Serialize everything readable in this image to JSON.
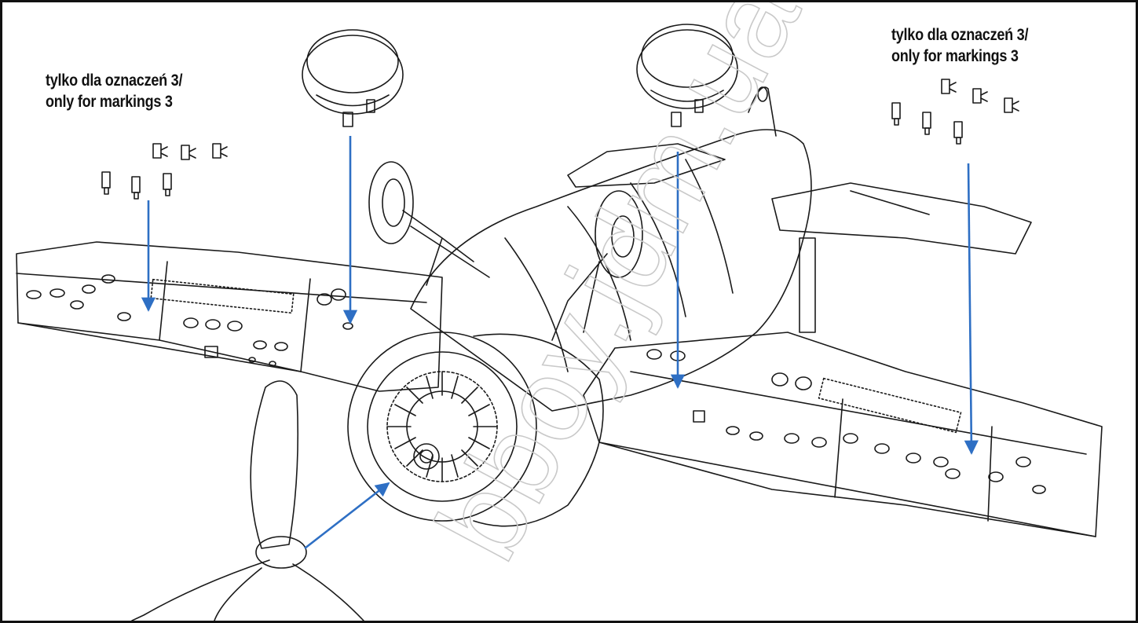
{
  "notes": {
    "left": {
      "line1": "tylko dla oznaczeń 3/",
      "line2": "only for markings 3"
    },
    "right": {
      "line1": "tylko dla oznaczeń 3/",
      "line2": "only for markings 3"
    }
  },
  "watermark": {
    "text": "bboy.jdm.ua"
  },
  "colors": {
    "ink": "#1a1a1a",
    "arrow": "#2e6fc4",
    "background": "#ffffff",
    "watermark_stroke": "#c9c9c9"
  }
}
